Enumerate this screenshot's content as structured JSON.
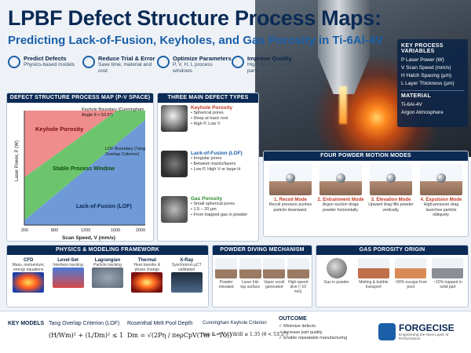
{
  "header": {
    "title": "LPBF Defect Structure Process Maps:",
    "subtitle": "Predicting Lack-of-Fusion, Keyholes, and Gas Porosity in Ti-6Al-4V"
  },
  "benefits": [
    {
      "title": "Predict Defects",
      "desc": "Physics-based models"
    },
    {
      "title": "Reduce Trial & Error",
      "desc": "Save time, material and cost"
    },
    {
      "title": "Optimize Parameters",
      "desc": "P, V, H, L process windows"
    },
    {
      "title": "Improve Quality",
      "desc": "High density, reliable parts"
    }
  ],
  "key_variables": {
    "heading": "KEY PROCESS VARIABLES",
    "items": [
      "P  Laser Power (W)",
      "V  Scan Speed (mm/s)",
      "H  Hatch Spacing (µm)",
      "L  Layer Thickness (µm)"
    ],
    "material_heading": "MATERIAL",
    "material": "Ti-6Al-4V",
    "atmosphere": "Argon Atmosphere"
  },
  "process_map": {
    "heading": "DEFECT STRUCTURE PROCESS MAP (P-V SPACE)",
    "regions": [
      "Keyhole Porosity",
      "Stable Process Window",
      "Lack-of-Fusion (LOF)"
    ],
    "keyhole_boundary": "Keyhole Boundary (Cunningham Angle θ < 53.5°)",
    "lof_boundary": "LOF Boundary (Tang Overlap Criterion)",
    "xlabel": "Scan Speed, V (mm/s)",
    "ylabel": "Laser Power, P (W)",
    "xticks": [
      "200",
      "800",
      "1200",
      "1600",
      "2000"
    ]
  },
  "defect_types": {
    "heading": "THREE MAIN DEFECT TYPES",
    "items": [
      {
        "name": "Keyhole Porosity",
        "bullets": [
          "• Spherical pores",
          "• Deep at track root",
          "• High P, Low V"
        ]
      },
      {
        "name": "Lack-of-Fusion (LOF)",
        "bullets": [
          "• Irregular pores",
          "• Between tracks/layers",
          "• Low P, High V or large H"
        ]
      },
      {
        "name": "Gas Porosity",
        "bullets": [
          "• Small spherical pores",
          "• 1.5 – 20 µm",
          "• From trapped gas in powder"
        ]
      }
    ]
  },
  "motion_modes": {
    "heading": "FOUR POWDER MOTION MODES",
    "items": [
      {
        "title": "1. Recoil Mode",
        "desc": "Recoil pressure pushes particle downward."
      },
      {
        "title": "2. Entrainment Mode",
        "desc": "Argon suction drags powder horizontally."
      },
      {
        "title": "3. Elevation Mode",
        "desc": "Upward drag lifts powder vertically."
      },
      {
        "title": "4. Expulsion Mode",
        "desc": "High-pressure drag launches particle obliquely."
      }
    ]
  },
  "physics": {
    "heading": "PHYSICS & MODELING FRAMEWORK",
    "items": [
      {
        "title": "CFD",
        "desc": "Mass, momentum, energy equations"
      },
      {
        "title": "Level-Set",
        "desc": "Interface tracking"
      },
      {
        "title": "Lagrangian",
        "desc": "Particle tracking"
      },
      {
        "title": "Thermal",
        "desc": "Heat transfer & phase change"
      },
      {
        "title": "X-Ray",
        "desc": "Synchrotron µCT validation"
      }
    ]
  },
  "diving": {
    "heading": "POWDER DIVING MECHANISM",
    "items": [
      "Powder elevated",
      "Laser hits top surface",
      "Vapor recoil generated",
      "High-speed dive (~10 m/s)"
    ]
  },
  "gas": {
    "heading": "GAS POROSITY ORIGIN",
    "items": [
      "Gas in powder",
      "Melting & bubble transport",
      "~90% escape from pool",
      "~10% trapped in solid part"
    ]
  },
  "bottom": {
    "key_models": "KEY MODELS",
    "tang": "Tang Overlap Criterion (LOF)",
    "tang_formula": "(H/Wm)² + (L/Dm)² ≤ 1",
    "rosenthal": "Rosenthal Melt Pool Depth",
    "rosenthal_formula": "Dm = √(2Pη / πeρCpV(Tm − T0))",
    "cunningham": "Cunningham Keyhole Criterion",
    "cunningham_formula": "tan θ = V / Vdrill ≤ 1.35   (θ < 53.5°)",
    "outcome_heading": "OUTCOME",
    "outcomes": [
      "✓ Minimize defects",
      "✓ Increase part quality",
      "✓ Enable repeatable manufacturing"
    ],
    "brand": "FORGECISE",
    "tagline": "Engineering the Next Layer of Performance"
  }
}
